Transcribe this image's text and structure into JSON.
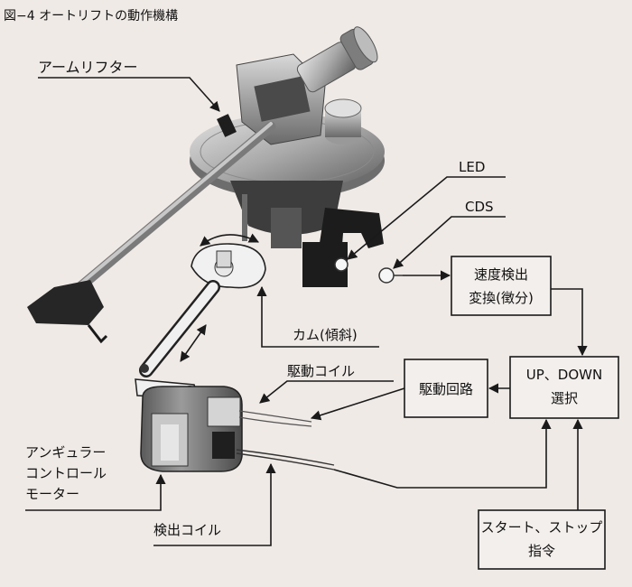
{
  "figure_title": "図−4 オートリフトの動作機構",
  "labels": {
    "arm_lifter": "アームリフター",
    "led": "LED",
    "cds": "CDS",
    "cam": "カム(傾斜)",
    "drive_coil": "駆動コイル",
    "angular_motor_line1": "アンギュラー",
    "angular_motor_line2": "コントロール",
    "angular_motor_line3": "モーター",
    "detect_coil": "検出コイル"
  },
  "blocks": {
    "speed_line1": "速度検出",
    "speed_line2": "変換(徴分)",
    "updown_line1": "UP、DOWN",
    "updown_line2": "選択",
    "drive_circuit": "駆動回路",
    "start_stop_line1": "スタート、ストップ",
    "start_stop_line2": "指令"
  },
  "colors": {
    "background": "#efeae6",
    "line": "#1a1a1a",
    "box_fill": "#f3efec"
  }
}
